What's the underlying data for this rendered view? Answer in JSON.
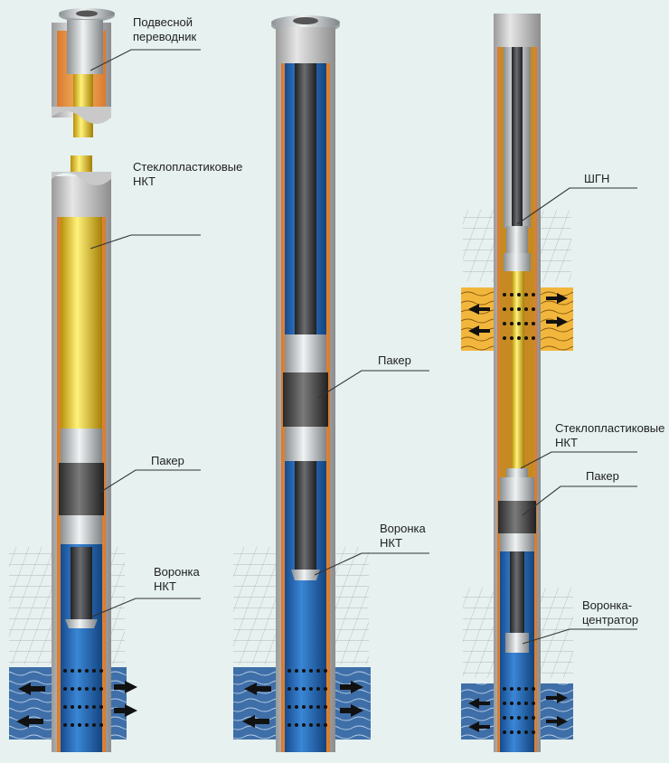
{
  "labels": {
    "hanger_line1": "Подвесной",
    "hanger_line2": "переводник",
    "fiberglass_line1": "Стеклопластиковые",
    "fiberglass_line2": "НКТ",
    "packer_left": "Пакер",
    "funnel_left_line1": "Воронка",
    "funnel_left_line2": "НКТ",
    "packer_middle": "Пакер",
    "funnel_mid_line1": "Воронка",
    "funnel_mid_line2": "НКТ",
    "pump": "ШГН",
    "fiberglass_right_line1": "Стеклопластиковые",
    "fiberglass_right_line2": "НКТ",
    "packer_right": "Пакер",
    "centralizer_line1": "Воронка-",
    "centralizer_line2": "центратор"
  },
  "colors": {
    "background": "#e6f1f0",
    "casing_grey": "#c9c9c9",
    "casing_wall_orange": "#ef9f4a",
    "fiberglass_yellow": "#e3c21b",
    "tubing_dark": "#3b3d41",
    "fluid_blue": "#1f63b3",
    "formation_blue": "#3f6fa8",
    "formation_yellow": "#f2b63c",
    "leader_line": "#333333"
  }
}
